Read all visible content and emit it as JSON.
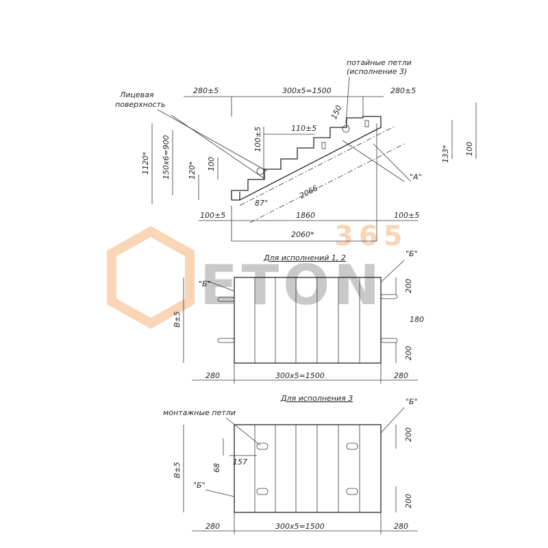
{
  "watermark": {
    "word": "ETON",
    "number": "365",
    "gray": "#9e9e9e",
    "orange": "#f5b27a"
  },
  "top_view": {
    "dim_left_280": "280±5",
    "dim_mid_1500": "300х5=1500",
    "dim_right_280": "280±5",
    "label_face_1": "Лицевая",
    "label_face_2": "поверхность",
    "label_loops_1": "потайные петли",
    "label_loops_2": "(исполнение 3)",
    "dim_1120": "1120*",
    "dim_900": "150х6=900",
    "dim_120": "120*",
    "dim_100a": "100",
    "dim_100b": "100±5",
    "dim_110": "110±5",
    "dim_150": "150",
    "dim_2066": "2066",
    "dim_133": "133*",
    "dim_100c": "100",
    "label_a": "\"А\"",
    "angle": "87°",
    "dim_bottom_left": "100±5",
    "dim_1860": "1860",
    "dim_bottom_right": "100±5",
    "dim_2060": "2060*"
  },
  "plan1": {
    "caption": "Для исполнений 1, 2",
    "label_b_left": "\"Б\"",
    "label_b_right": "\"Б\"",
    "dim_b": "В±5",
    "dim_200_top": "200",
    "dim_180": "180",
    "dim_200_bottom": "200",
    "dim_left": "280",
    "dim_mid": "300х5=1500",
    "dim_right": "280"
  },
  "plan3": {
    "caption": "Для исполнения 3",
    "label_loops": "монтажные петли",
    "label_b_left": "\"Б\"",
    "label_b_right": "\"Б\"",
    "dim_b": "В±5",
    "dim_68": "68",
    "dim_157": "157",
    "dim_200_top": "200",
    "dim_200_bottom": "200",
    "dim_left": "280",
    "dim_mid": "300х5=1500",
    "dim_right": "280"
  }
}
